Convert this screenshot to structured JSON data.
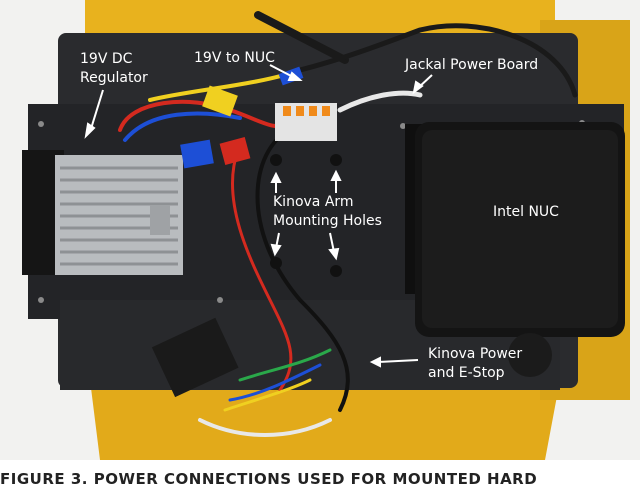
{
  "labels": {
    "regulator_line1": "19V DC",
    "regulator_line2": "Regulator",
    "nuc_power": "19V to NUC",
    "jackal_board": "Jackal Power Board",
    "mount_line1": "Kinova Arm",
    "mount_line2": "Mounting Holes",
    "intel_nuc": "Intel NUC",
    "kinova_line1": "Kinova Power",
    "kinova_line2": "and E-Stop"
  },
  "caption": "FIGURE 3.  POWER CONNECTIONS USED FOR MOUNTED HARD",
  "colors": {
    "chassis_yellow": "#e8b21e",
    "plate_black": "#202124",
    "nuc_black": "#141414",
    "wire_red": "#d42a1f",
    "wire_blue": "#1d4fd6",
    "wire_yellow": "#f0d020"
  }
}
